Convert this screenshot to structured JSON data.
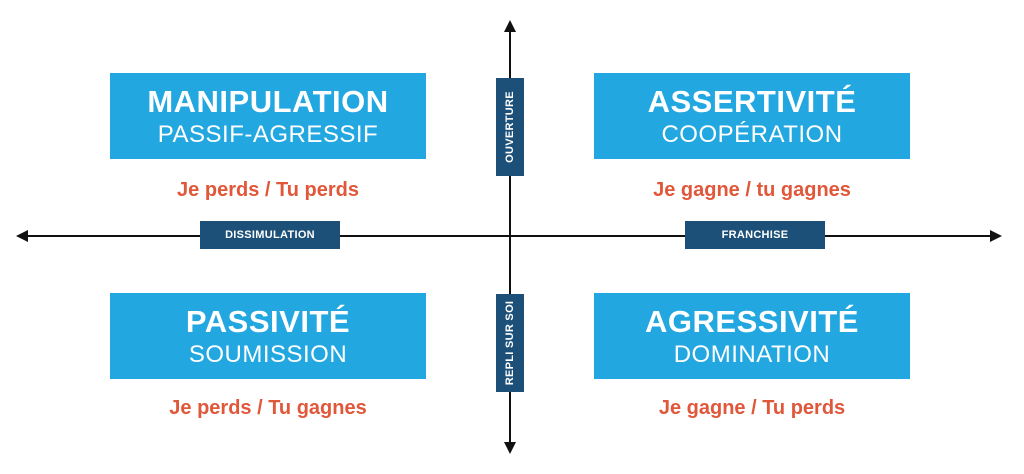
{
  "colors": {
    "quadrant_fill": "#22a7e0",
    "quadrant_text": "#ffffff",
    "outcome_text": "#e0573a",
    "axis_label_fill": "#1c5078",
    "axis_line": "#111111"
  },
  "axes": {
    "left": "DISSIMULATION",
    "right": "FRANCHISE",
    "top": "OUVERTURE",
    "bottom": "REPLI SUR SOI"
  },
  "quadrants": {
    "top_left": {
      "title": "MANIPULATION",
      "subtitle": "PASSIF-AGRESSIF",
      "outcome": "Je perds / Tu perds"
    },
    "top_right": {
      "title": "ASSERTIVITÉ",
      "subtitle": "COOPÉRATION",
      "outcome": "Je gagne / tu gagnes"
    },
    "bottom_left": {
      "title": "PASSIVITÉ",
      "subtitle": "SOUMISSION",
      "outcome": "Je perds / Tu gagnes"
    },
    "bottom_right": {
      "title": "AGRESSIVITÉ",
      "subtitle": "DOMINATION",
      "outcome": "Je gagne / Tu perds"
    }
  }
}
